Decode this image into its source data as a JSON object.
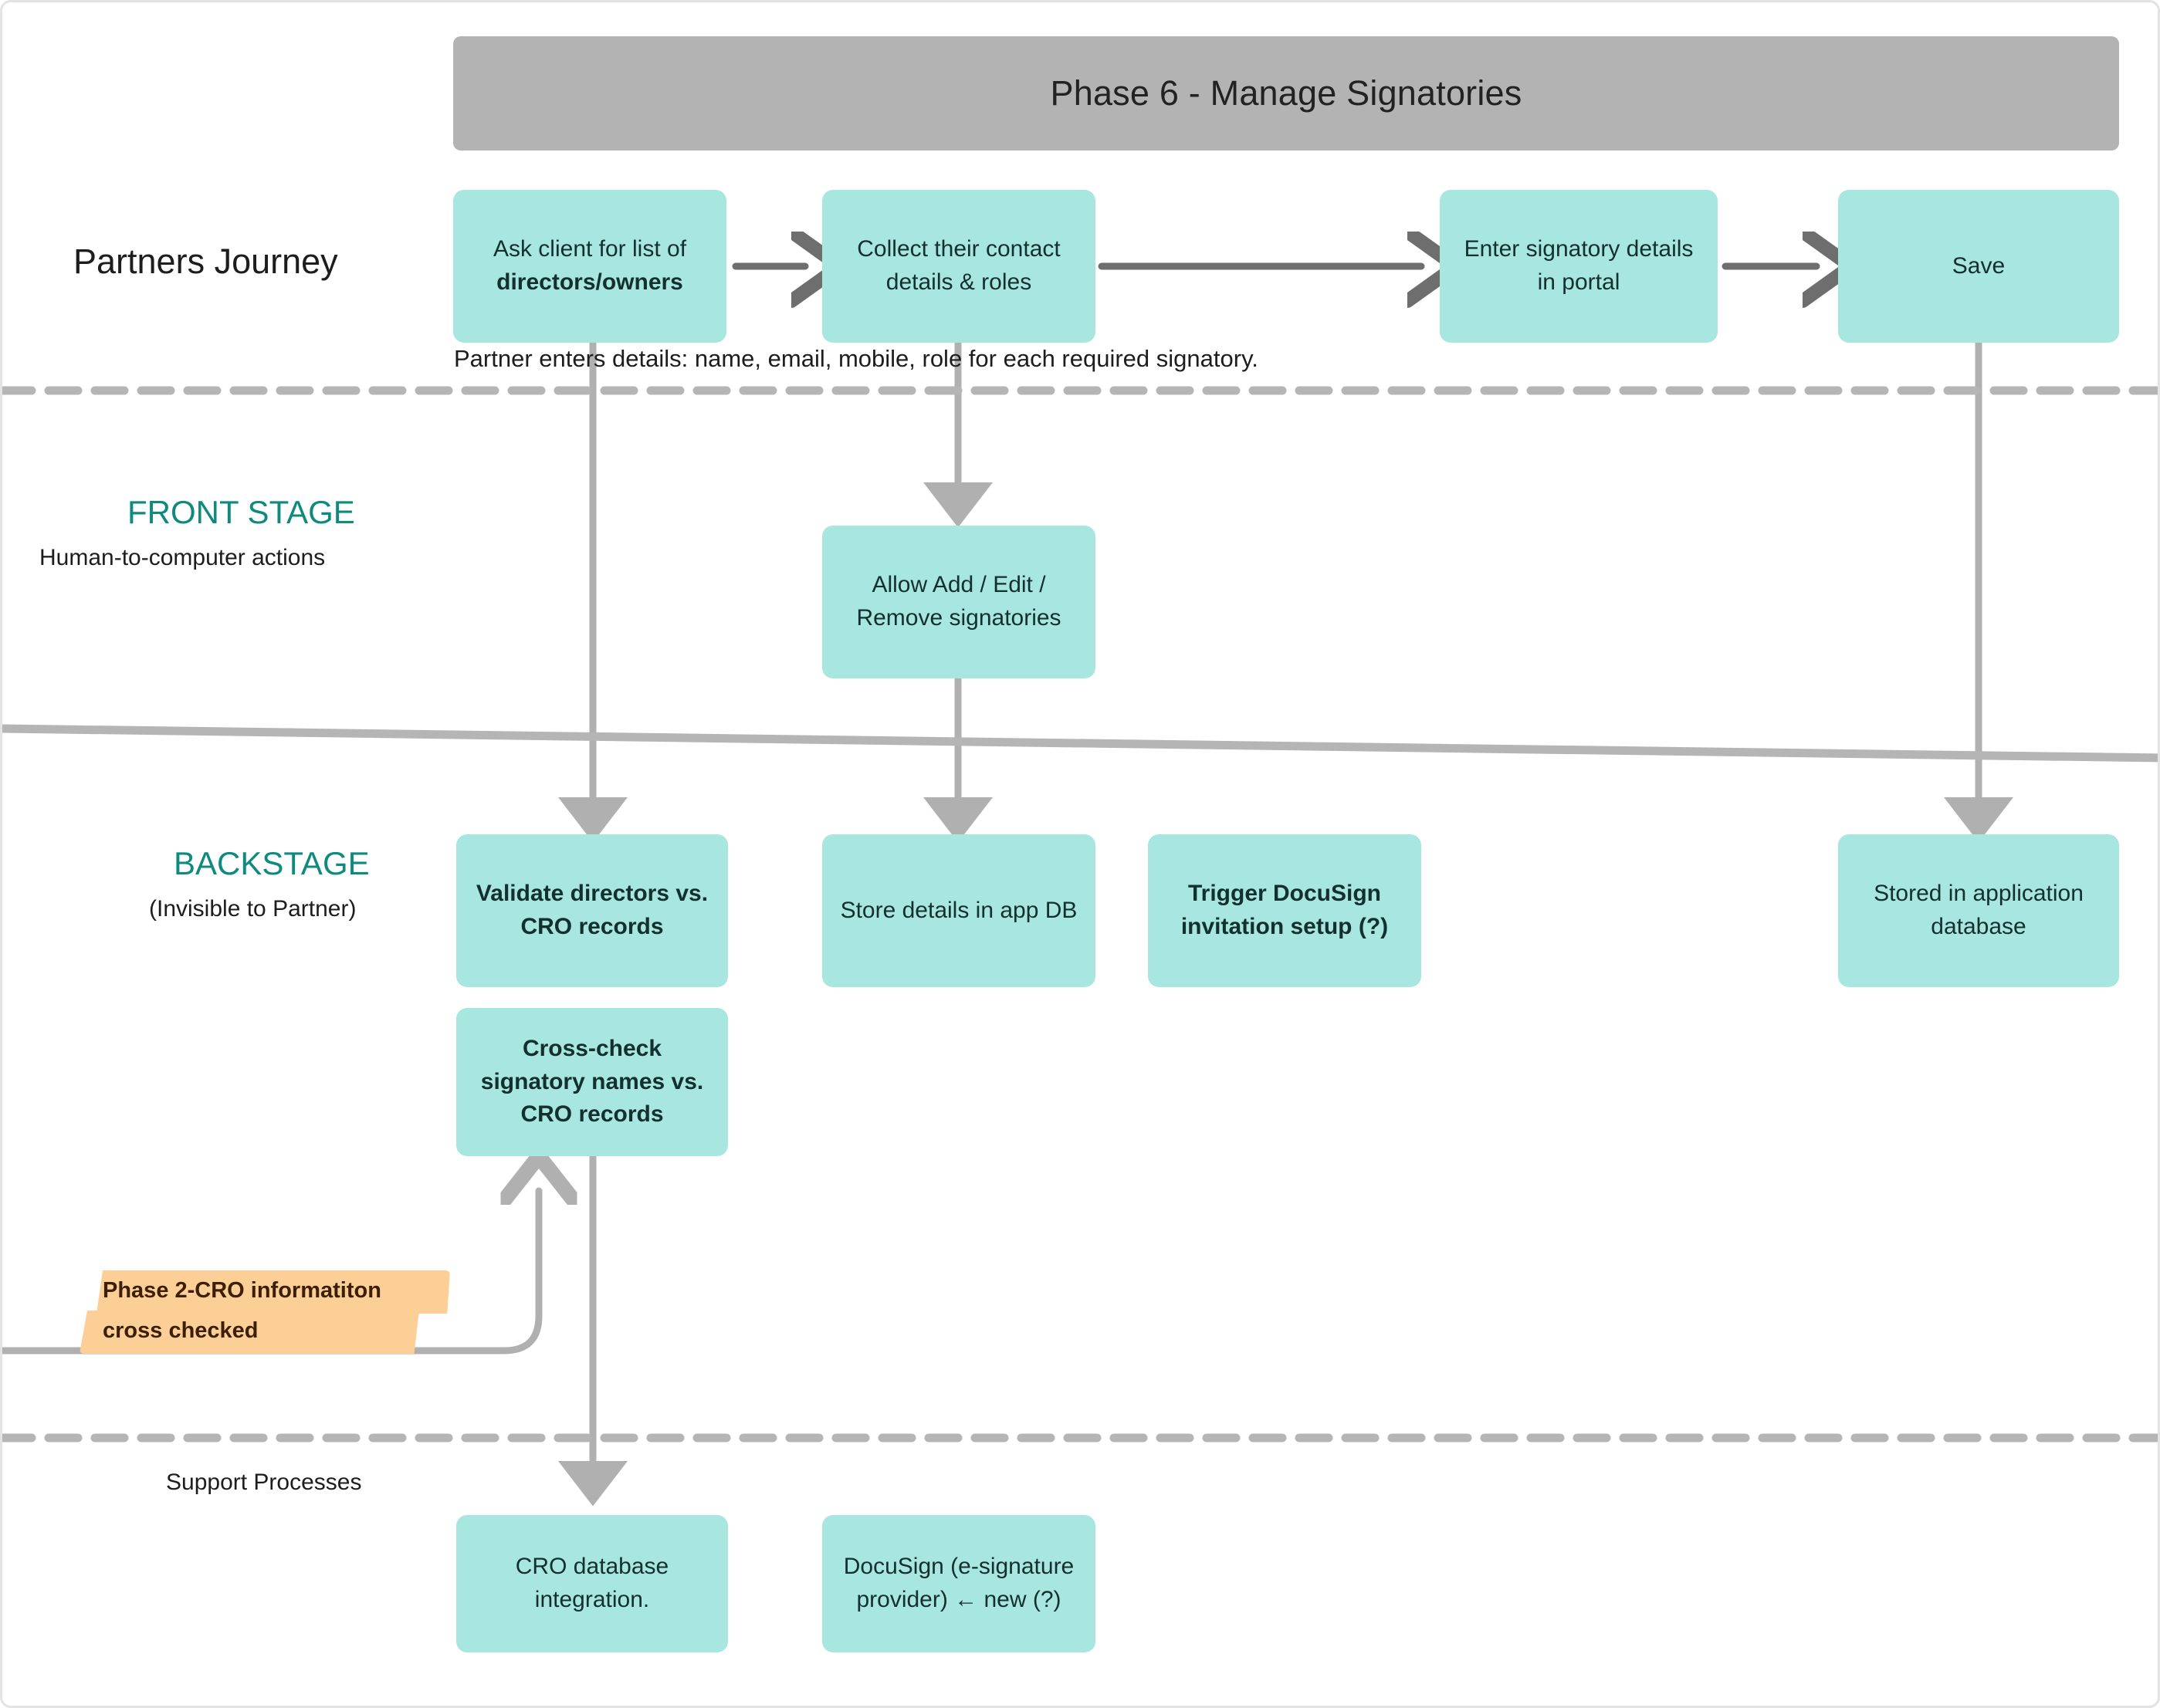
{
  "title": "Phase 6 -  Manage Signatories",
  "colors": {
    "banner": "#b3b3b3",
    "box_fill": "#a8e6e0",
    "box_text": "#14302e",
    "lane_accent": "#0f8a7e",
    "tag_fill": "#fbcf96",
    "tag_text": "#3d1f08",
    "connector": "#9e9e9e",
    "arrow_dark": "#6e6e6e"
  },
  "lanes": {
    "partners_journey": {
      "label": "Partners Journey"
    },
    "front_stage": {
      "title": "FRONT STAGE",
      "subtitle": "Human-to-computer actions"
    },
    "backstage": {
      "title": "BACKSTAGE",
      "subtitle": "(Invisible to Partner)"
    },
    "support": {
      "label": "Support Processes"
    }
  },
  "caption": "Partner enters details: name, email, mobile, role for each required signatory.",
  "journey_steps": [
    {
      "id": "ask-client",
      "text_plain": "Ask client for list of ",
      "text_bold": "directors/owners"
    },
    {
      "id": "collect-contact",
      "text": "Collect their contact details & roles"
    },
    {
      "id": "enter-signatory",
      "text": "Enter signatory details in portal"
    },
    {
      "id": "save",
      "text": "Save"
    }
  ],
  "front_stage_boxes": [
    {
      "id": "allow-add-edit-remove",
      "text": "Allow Add / Edit / Remove signatories"
    }
  ],
  "backstage_boxes": [
    {
      "id": "validate-directors",
      "text": "Validate directors vs. CRO records",
      "bold": true
    },
    {
      "id": "store-details",
      "text": "Store details in app DB",
      "bold": false
    },
    {
      "id": "trigger-docusign",
      "text": "Trigger DocuSign invitation setup (?)",
      "bold": true
    },
    {
      "id": "stored-in-app-db",
      "text": "Stored in application database",
      "bold": false
    },
    {
      "id": "cross-check-signatories",
      "text": "Cross-check signatory names vs. CRO records",
      "bold": true
    }
  ],
  "support_boxes": [
    {
      "id": "cro-database-integration",
      "text": "CRO database integration."
    },
    {
      "id": "docusign-provider",
      "text": "DocuSign (e-signature provider) ← new  (?)"
    }
  ],
  "annotation_tag": {
    "line1": "Phase 2-CRO informatiton",
    "line2": "cross checked"
  }
}
